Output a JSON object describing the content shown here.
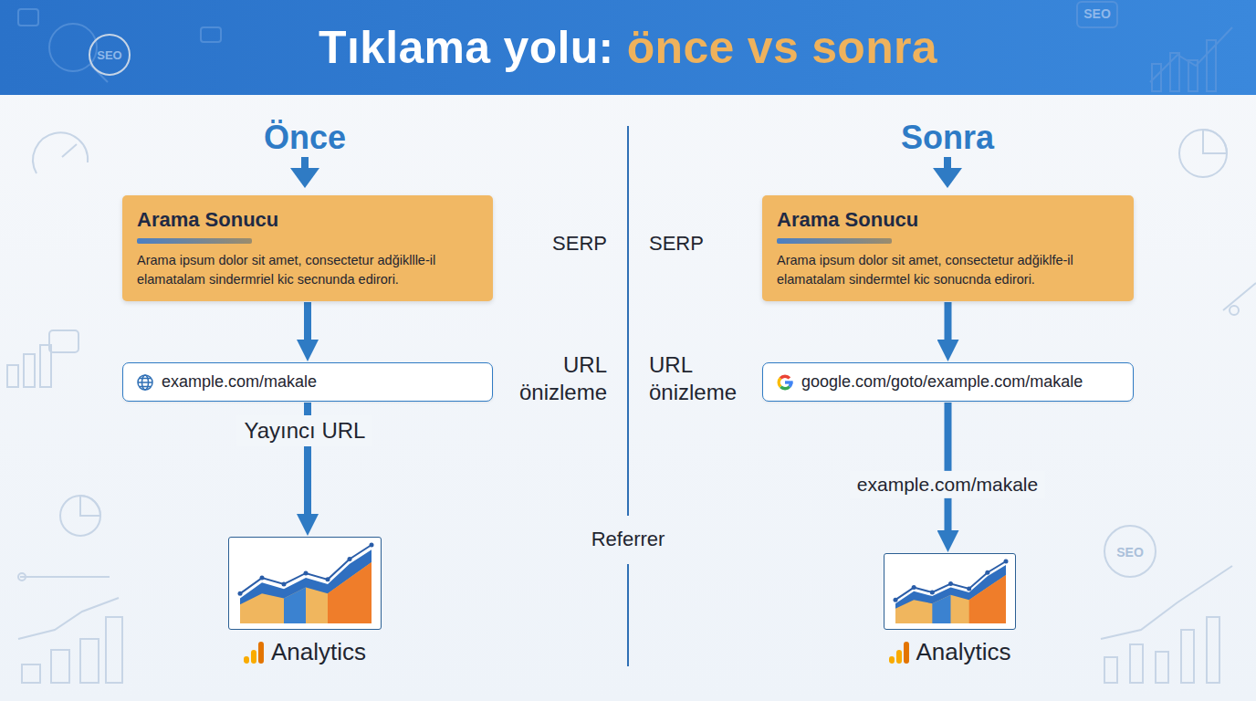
{
  "diagram": {
    "title": "Tıklama yolu: önce vs sonra",
    "nodes": [
      {
        "text": [
          "Arama Sonucu",
          "Arama ipsum dolor sit amet, consectetur adğikllle-il elamatalam sindermriel kic secnunda edirori."
        ]
      },
      {
        "text": [
          "Arama Sonucu",
          "Arama ipsum dolor sit amet, consectetur adğiklfe-il elamatalam sindermtel kic sonucnda edirori."
        ]
      },
      {
        "text": [
          "example.com/makale"
        ]
      },
      {
        "text": [
          "google.com/goto/example.com/makale"
        ]
      },
      {
        "text": [
          "Analytics"
        ]
      },
      {
        "text": [
          "Analytics"
        ]
      }
    ],
    "edges": [
      {
        "from": 0,
        "to": 2,
        "arrow": "to"
      },
      {
        "from": 2,
        "to": 4,
        "arrow": "to"
      },
      {
        "from": 1,
        "to": 3,
        "arrow": "to"
      },
      {
        "from": 3,
        "to": 5,
        "arrow": "to"
      }
    ],
    "labels": [
      "Önce",
      "Sonra",
      "SERP",
      "SERP",
      "URL önizleme",
      "URL önizleme",
      "Yayıncı URL",
      "example.com/makale",
      "Referrer",
      "SEO",
      "SEO",
      "SEO"
    ]
  }
}
